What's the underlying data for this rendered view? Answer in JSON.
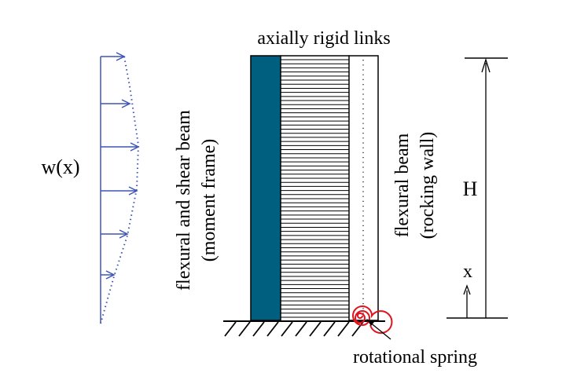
{
  "labels": {
    "top": "axially rigid links",
    "load": "w(x)",
    "left_beam": "flexural and shear beam",
    "left_beam_sub": "(moment frame)",
    "right_beam": "flexural beam",
    "right_beam_sub": "(rocking wall)",
    "height": "H",
    "position": "x",
    "spring": "rotational spring"
  },
  "colors": {
    "frame_fill": "#005f7f",
    "load_arrows": "#3f55b5",
    "spring": "#e0141e",
    "ink": "#000000"
  },
  "load_profile": {
    "arrow_count": 6,
    "description_shape": "bulge near upper-middle, tapering to zero at base"
  },
  "links": {
    "count": 64
  }
}
